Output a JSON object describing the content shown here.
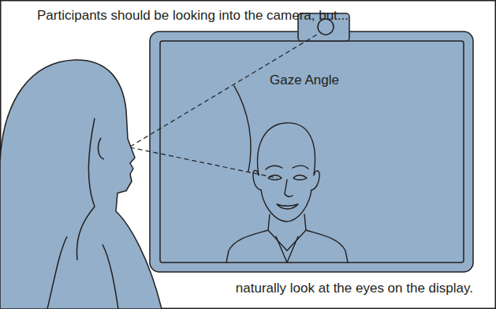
{
  "diagram": {
    "labels": [
      "Participants should be looking into the camera, but...",
      "Gaze Angle",
      "naturally look at the eyes on the display."
    ]
  }
}
